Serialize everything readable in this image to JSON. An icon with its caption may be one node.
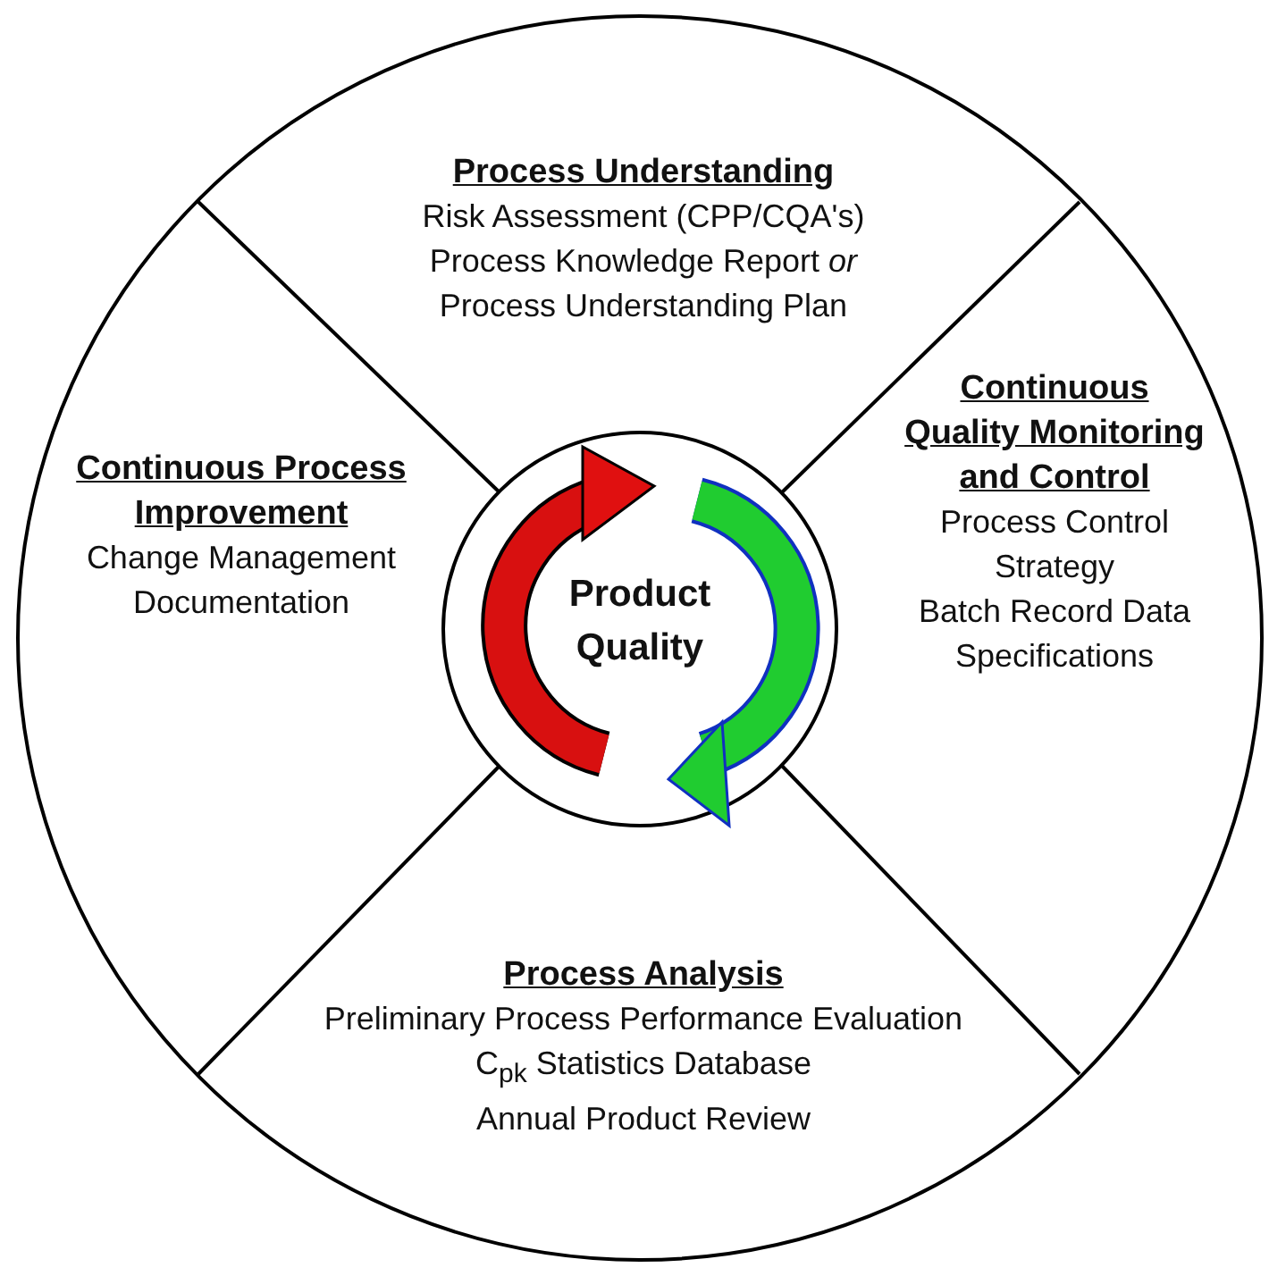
{
  "diagram": {
    "nodes": [
      {
        "text": [
          "Process Understanding",
          "Risk Assessment (CPP/CQA's)",
          "Process Knowledge Report *or* Process Understanding Plan"
        ]
      },
      {
        "text": [
          "Continuous Process Improvement",
          "Change Management",
          "Documentation"
        ]
      },
      {
        "text": [
          "Product Quality"
        ]
      },
      {
        "text": [
          "Continuous Quality Monitoring and Control",
          "Process Control Strategy",
          "Batch Record Data",
          "Specifications"
        ]
      },
      {
        "text": [
          "Process Analysis",
          "Preliminary Process Performance Evaluation",
          "C$_{pk}$ Statistics Database",
          "Annual Product Review"
        ]
      }
    ]
  }
}
